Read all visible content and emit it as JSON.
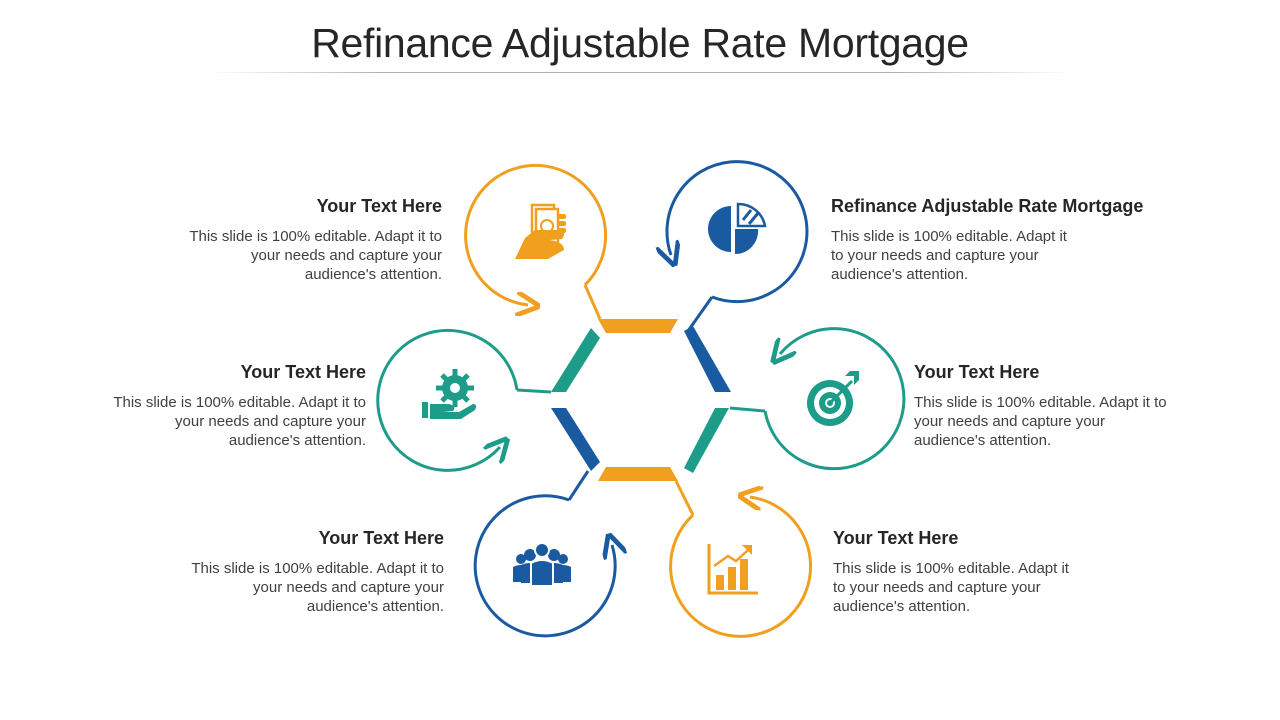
{
  "title": "Refinance Adjustable Rate Mortgage",
  "colors": {
    "orange": "#F0A01E",
    "blue": "#1A5AA0",
    "teal": "#1E9C8A",
    "text": "#262626"
  },
  "items": [
    {
      "heading": "Your Text Here",
      "body": "This slide is 100% editable. Adapt it to your needs and capture your audience's attention.",
      "icon": "money-hand-icon",
      "color": "orange"
    },
    {
      "heading": "Refinance Adjustable Rate Mortgage",
      "body": "This slide is 100% editable. Adapt it to your needs and capture your audience's attention.",
      "icon": "pie-chart-icon",
      "color": "blue"
    },
    {
      "heading": "Your Text Here",
      "body": "This slide is 100% editable. Adapt it to your needs and capture your audience's attention.",
      "icon": "gear-hand-icon",
      "color": "teal"
    },
    {
      "heading": "Your Text Here",
      "body": "This slide is 100% editable. Adapt it to your needs and capture your audience's attention.",
      "icon": "target-icon",
      "color": "teal"
    },
    {
      "heading": "Your Text Here",
      "body": "This slide is 100% editable. Adapt it to your needs and capture your audience's attention.",
      "icon": "team-icon",
      "color": "blue"
    },
    {
      "heading": "Your Text Here",
      "body": "This slide is 100% editable. Adapt it to your needs and capture your audience's attention.",
      "icon": "growth-chart-icon",
      "color": "orange"
    }
  ]
}
